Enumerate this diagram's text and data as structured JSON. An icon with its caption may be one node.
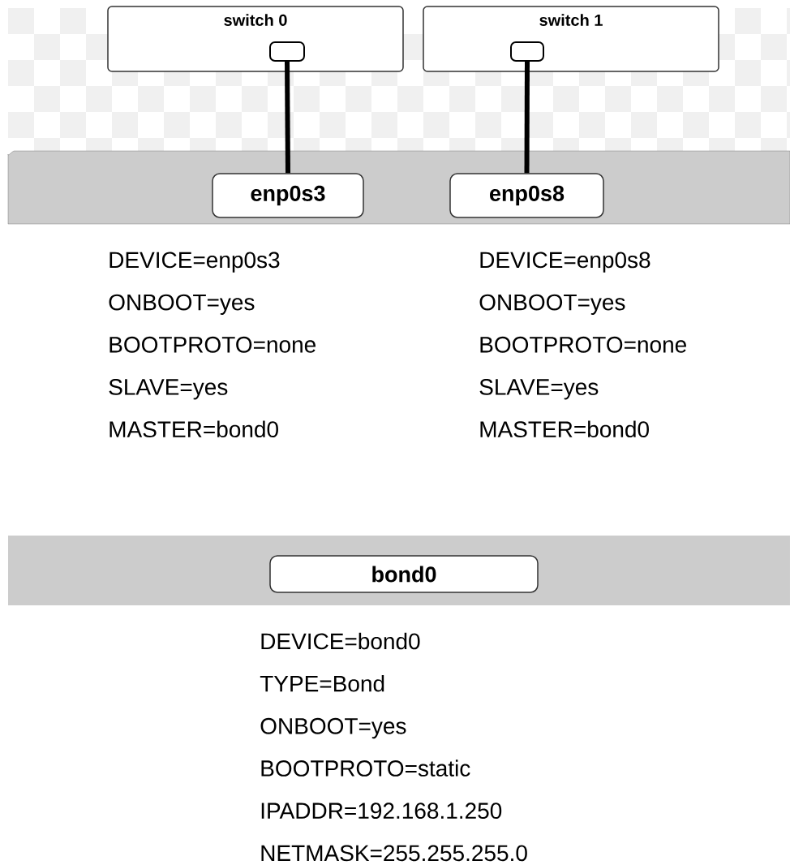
{
  "diagram": {
    "nodes": [
      {
        "text": [
          "switch 0"
        ]
      },
      {
        "text": [],
        "shape": "box",
        "in": 0
      },
      {
        "text": [
          "switch 1"
        ]
      },
      {
        "text": [],
        "shape": "box",
        "in": 2
      },
      {
        "text": [
          "enp0s3"
        ],
        "beside": [
          "DEVICE=enp0s3",
          "ONBOOT=yes",
          "BOOTPROTO=none",
          "SLAVE=yes",
          "MASTER=bond0"
        ]
      },
      {
        "text": [
          "enp0s8"
        ],
        "beside": [
          "DEVICE=enp0s8",
          "ONBOOT=yes",
          "BOOTPROTO=none",
          "SLAVE=yes",
          "MASTER=bond0"
        ]
      },
      {
        "text": [
          "bond0"
        ],
        "beside": [
          "DEVICE=bond0",
          "TYPE=Bond",
          "ONBOOT=yes",
          "BOOTPROTO=static",
          "IPADDR=192.168.1.250",
          "NETMASK=255.255.255.0"
        ]
      }
    ],
    "edges": [
      {
        "from": 1,
        "to": 4,
        "arrow": "none"
      },
      {
        "from": 3,
        "to": 5,
        "arrow": "none"
      }
    ]
  }
}
